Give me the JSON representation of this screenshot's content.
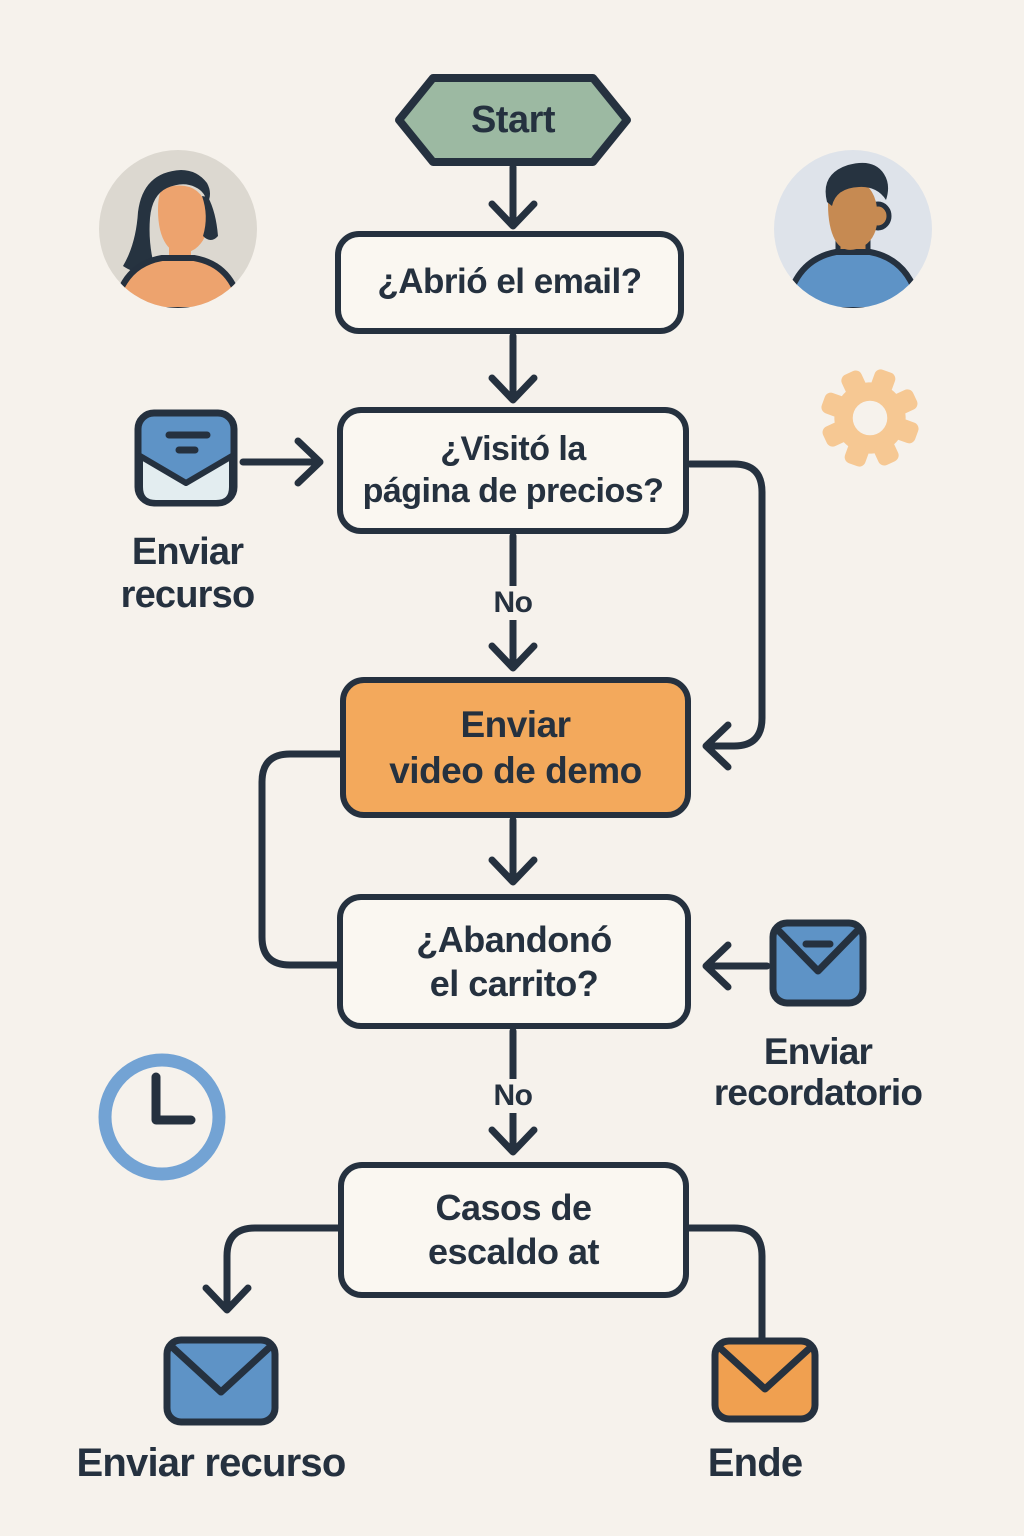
{
  "nodes": {
    "start": {
      "label": "Start"
    },
    "opened_email": {
      "label": "¿Abrió el email?"
    },
    "visited_pricing": {
      "line1": "¿Visitó la",
      "line2": "página de precios?"
    },
    "send_demo_video": {
      "line1": "Enviar",
      "line2": "video de demo"
    },
    "abandoned_cart": {
      "line1": "¿Abandonó",
      "line2": "el carrito?"
    },
    "escalation": {
      "line1": "Casos de",
      "line2": "escaldo at"
    }
  },
  "edges": {
    "no_pricing": "No",
    "no_cart": "No"
  },
  "annotations": {
    "send_resource_top": {
      "line1": "Enviar",
      "line2": "recurso"
    },
    "send_reminder": {
      "line1": "Enviar",
      "line2": "recordatorio"
    },
    "send_resource_bottom": {
      "label": "Enviar recurso"
    },
    "end": {
      "label": "Ende"
    }
  },
  "icons": {
    "woman_avatar": "woman-profile-illustration",
    "man_avatar": "man-profile-illustration",
    "gear": "settings-gear",
    "clock": "clock-showing-three-oclock",
    "email_open": "open-envelope-with-letter-lines",
    "email_reminder": "closed-envelope-with-dash",
    "email_resource": "closed-blue-envelope",
    "email_end": "closed-orange-envelope"
  },
  "colors": {
    "background": "#f6f2ec",
    "outline": "#25313f",
    "node_fill": "#faf7f1",
    "start_green": "#9cb9a2",
    "action_orange": "#f3a95c",
    "envelope_blue": "#5e93c6",
    "envelope_orange": "#f0a050",
    "envelope_light": "#e3edf0",
    "gear_peach": "#f6c893",
    "clock_blue": "#73a3d4",
    "avatar_bg_gray": "#dcd8d0",
    "avatar_bg_blue": "#dee3ea",
    "skin_warm": "#eda36e",
    "skin_tan": "#c68a52",
    "hair_dark": "#263340"
  }
}
